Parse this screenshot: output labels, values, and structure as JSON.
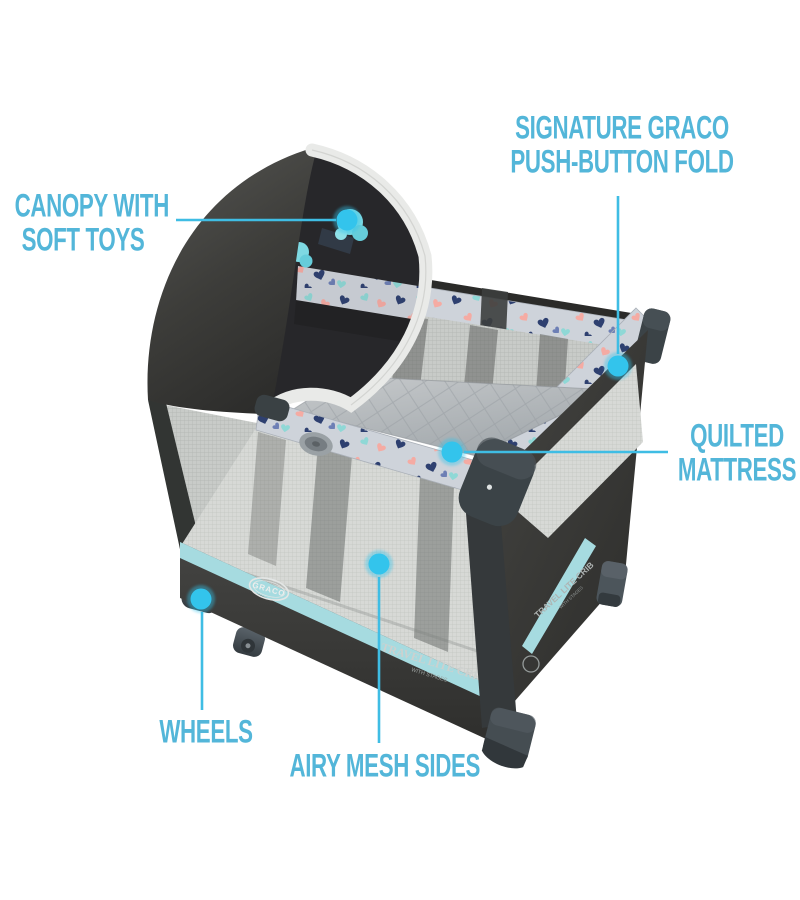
{
  "page": {
    "background": "#ffffff",
    "description": "Annotated product diagram of a Graco travel crib with feature callouts"
  },
  "style": {
    "label_color": "#53b6d9",
    "leader_line_color": "#3fbde4",
    "dot_color": "#33c4ec",
    "accent_teal": "#a6dbe0",
    "fabric_dark": "#3a3a38",
    "heart_fabric_base": "#ced3da",
    "mesh_color": "#d7d9d6",
    "mattress_color": "#b9bdc0"
  },
  "callouts": [
    {
      "id": "canopy",
      "lines": [
        "CANOPY WITH",
        "SOFT TOYS"
      ]
    },
    {
      "id": "fold",
      "lines": [
        "SIGNATURE GRACO",
        "PUSH-BUTTON FOLD"
      ]
    },
    {
      "id": "mattress",
      "lines": [
        "QUILTED",
        "MATTRESS"
      ]
    },
    {
      "id": "wheels",
      "lines": [
        "WHEELS"
      ]
    },
    {
      "id": "mesh",
      "lines": [
        "AIRY MESH SIDES"
      ]
    }
  ],
  "product": {
    "brand_logo": "GRACO",
    "name": "TRAVEL LITE CRIB",
    "name_sub": "WITH STAGES",
    "side_name": "TRAVEL LITE CRIB",
    "side_sub": "WITH STAGES"
  }
}
